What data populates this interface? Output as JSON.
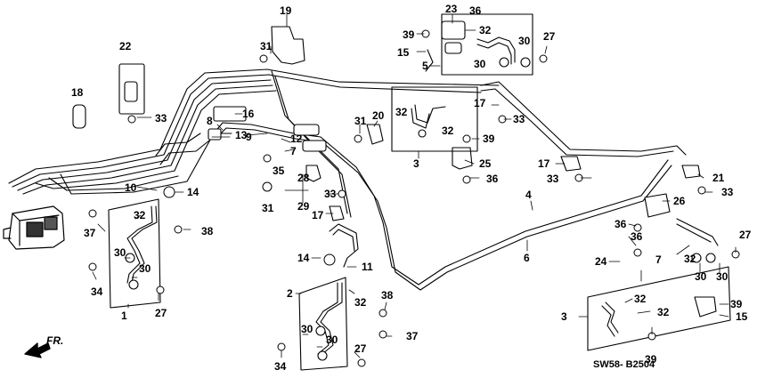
{
  "diagram_code": "SW58- B2504",
  "direction_label": "FR.",
  "callouts": [
    {
      "id": "c18",
      "label": "18"
    },
    {
      "id": "c22",
      "label": "22"
    },
    {
      "id": "c33a",
      "label": "33"
    },
    {
      "id": "c19",
      "label": "19"
    },
    {
      "id": "c31a",
      "label": "31"
    },
    {
      "id": "c16",
      "label": "16"
    },
    {
      "id": "c8",
      "label": "8"
    },
    {
      "id": "c9",
      "label": "9"
    },
    {
      "id": "c13",
      "label": "13"
    },
    {
      "id": "c12",
      "label": "12"
    },
    {
      "id": "c7a",
      "label": "7"
    },
    {
      "id": "c35",
      "label": "35"
    },
    {
      "id": "c28",
      "label": "28"
    },
    {
      "id": "c10",
      "label": "10"
    },
    {
      "id": "c14a",
      "label": "14"
    },
    {
      "id": "c31b",
      "label": "31"
    },
    {
      "id": "c29",
      "label": "29"
    },
    {
      "id": "c33b",
      "label": "33"
    },
    {
      "id": "c17a",
      "label": "17"
    },
    {
      "id": "c31c",
      "label": "31"
    },
    {
      "id": "c20",
      "label": "20"
    },
    {
      "id": "c23",
      "label": "23"
    },
    {
      "id": "c36a",
      "label": "36"
    },
    {
      "id": "c39a",
      "label": "39"
    },
    {
      "id": "c32a",
      "label": "32"
    },
    {
      "id": "c15a",
      "label": "15"
    },
    {
      "id": "c5",
      "label": "5"
    },
    {
      "id": "c30a",
      "label": "30"
    },
    {
      "id": "c30b",
      "label": "30"
    },
    {
      "id": "c27a",
      "label": "27"
    },
    {
      "id": "c32b",
      "label": "32"
    },
    {
      "id": "c17b",
      "label": "17"
    },
    {
      "id": "c33c",
      "label": "33"
    },
    {
      "id": "c32c",
      "label": "32"
    },
    {
      "id": "c39b",
      "label": "39"
    },
    {
      "id": "c3a",
      "label": "3"
    },
    {
      "id": "c25",
      "label": "25"
    },
    {
      "id": "c36b",
      "label": "36"
    },
    {
      "id": "c17c",
      "label": "17"
    },
    {
      "id": "c33d",
      "label": "33"
    },
    {
      "id": "c21",
      "label": "21"
    },
    {
      "id": "c33e",
      "label": "33"
    },
    {
      "id": "c4",
      "label": "4"
    },
    {
      "id": "c26",
      "label": "26"
    },
    {
      "id": "c6",
      "label": "6"
    },
    {
      "id": "c36c",
      "label": "36"
    },
    {
      "id": "c36d",
      "label": "36"
    },
    {
      "id": "c24",
      "label": "24"
    },
    {
      "id": "c7b",
      "label": "7"
    },
    {
      "id": "c32d",
      "label": "32"
    },
    {
      "id": "c30c",
      "label": "30"
    },
    {
      "id": "c30d",
      "label": "30"
    },
    {
      "id": "c27b",
      "label": "27"
    },
    {
      "id": "c3b",
      "label": "3"
    },
    {
      "id": "c32e",
      "label": "32"
    },
    {
      "id": "c32f",
      "label": "32"
    },
    {
      "id": "c39c",
      "label": "39"
    },
    {
      "id": "c15b",
      "label": "15"
    },
    {
      "id": "c39d",
      "label": "39"
    },
    {
      "id": "c37a",
      "label": "37"
    },
    {
      "id": "c32g",
      "label": "32"
    },
    {
      "id": "c38a",
      "label": "38"
    },
    {
      "id": "c30e",
      "label": "30"
    },
    {
      "id": "c30f",
      "label": "30"
    },
    {
      "id": "c34a",
      "label": "34"
    },
    {
      "id": "c1",
      "label": "1"
    },
    {
      "id": "c27c",
      "label": "27"
    },
    {
      "id": "c14b",
      "label": "14"
    },
    {
      "id": "c11",
      "label": "11"
    },
    {
      "id": "c2",
      "label": "2"
    },
    {
      "id": "c32h",
      "label": "32"
    },
    {
      "id": "c38b",
      "label": "38"
    },
    {
      "id": "c30g",
      "label": "30"
    },
    {
      "id": "c30h",
      "label": "30"
    },
    {
      "id": "c37b",
      "label": "37"
    },
    {
      "id": "c34b",
      "label": "34"
    },
    {
      "id": "c27d",
      "label": "27"
    }
  ]
}
